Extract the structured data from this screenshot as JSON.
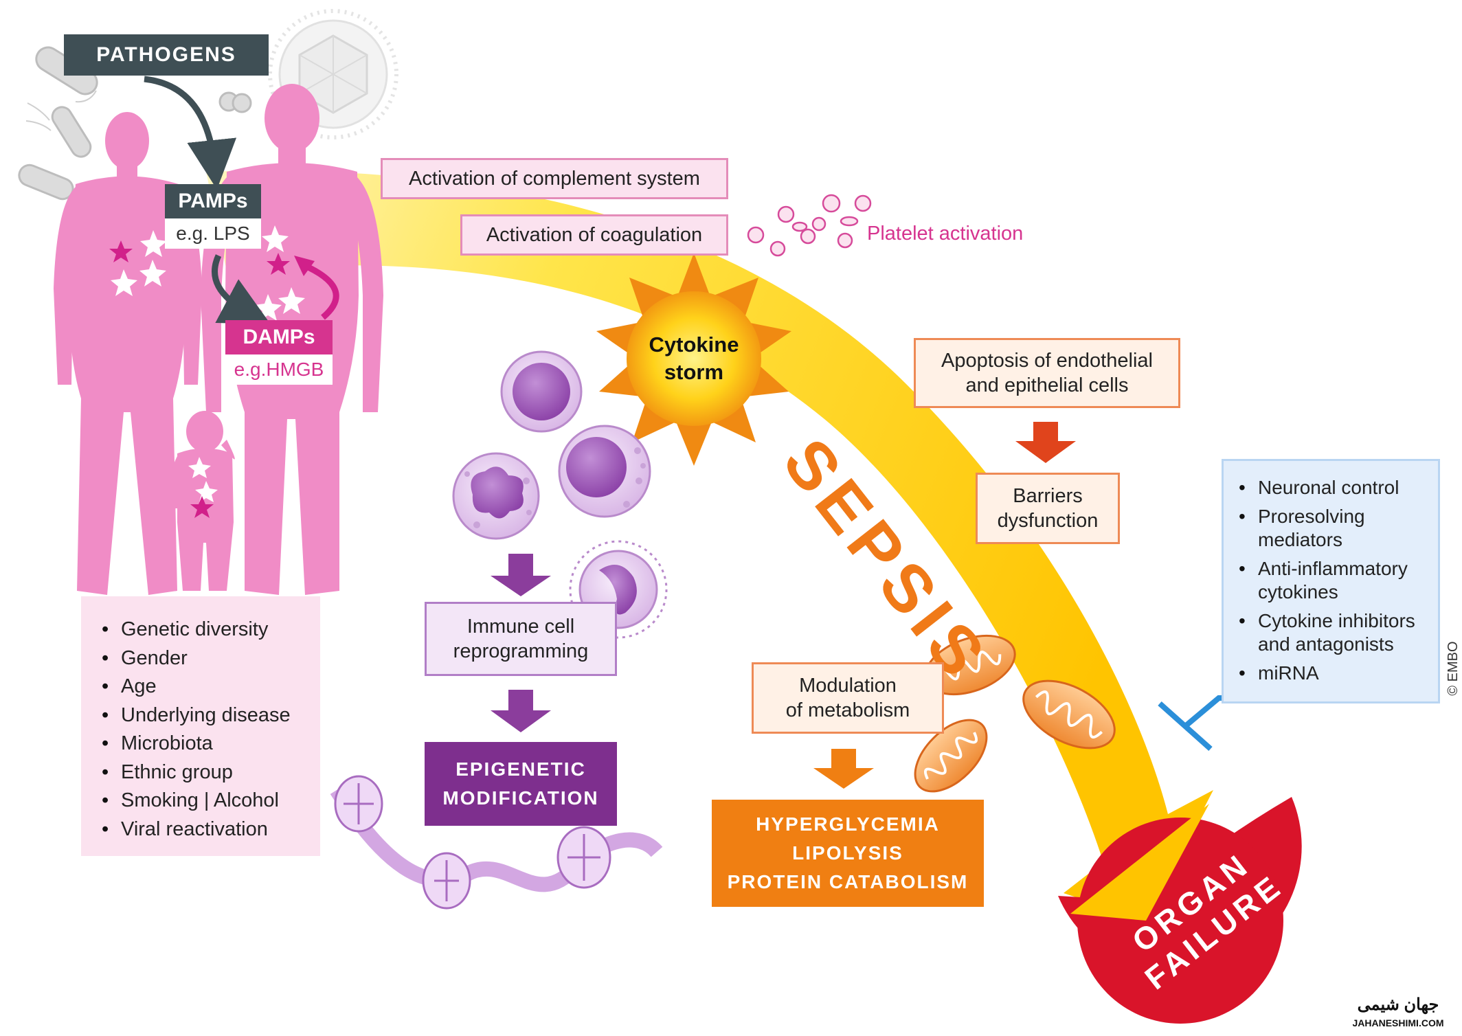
{
  "pathogens": {
    "label": "PATHOGENS"
  },
  "pamps": {
    "title": "PAMPs",
    "example": "e.g. LPS"
  },
  "damps": {
    "title": "DAMPs",
    "example": "e.g.HMGB"
  },
  "risk_factors": [
    "Genetic diversity",
    "Gender",
    "Age",
    "Underlying disease",
    "Microbiota",
    "Ethnic group",
    "Smoking | Alcohol",
    "Viral reactivation"
  ],
  "complement": "Activation of complement system",
  "coagulation": "Activation of coagulation",
  "platelet": "Platelet activation",
  "cytokine_storm": {
    "line1": "Cytokine",
    "line2": "storm"
  },
  "sepsis": "SEPSIS",
  "immune_reprogramming": {
    "line1": "Immune cell",
    "line2": "reprogramming"
  },
  "epigenetic": {
    "line1": "EPIGENETIC",
    "line2": "MODIFICATION"
  },
  "apoptosis": {
    "line1": "Apoptosis of endothelial",
    "line2": "and epithelial cells"
  },
  "barriers": {
    "line1": "Barriers",
    "line2": "dysfunction"
  },
  "metabolism": {
    "line1": "Modulation",
    "line2": "of metabolism"
  },
  "metabolic_outcomes": [
    "HYPERGLYCEMIA",
    "LIPOLYSIS",
    "PROTEIN CATABOLISM"
  ],
  "protective_factors": [
    {
      "line1": "Neuronal control",
      "line2": ""
    },
    {
      "line1": "Proresolving",
      "line2": "mediators"
    },
    {
      "line1": "Anti-inflammatory",
      "line2": "cytokines"
    },
    {
      "line1": "Cytokine inhibitors",
      "line2": "and antagonists"
    },
    {
      "line1": "miRNA",
      "line2": ""
    }
  ],
  "organ_failure": "ORGAN FAILURE",
  "copyright": "© EMBO",
  "watermark": {
    "brand": "جهان شیمی",
    "url": "JAHANESHIMI.COM"
  },
  "colors": {
    "pink_body": "#f08cc6",
    "magenta": "#d6348f",
    "sepsis_arrow": "#ffd21a",
    "sepsis_text": "#f07a18",
    "purple": "#7e2f8e",
    "orange": "#f07f12",
    "organ_red": "#d9142a",
    "blue_panel": "#e3eefb",
    "blue_line": "#2b8fd9"
  }
}
